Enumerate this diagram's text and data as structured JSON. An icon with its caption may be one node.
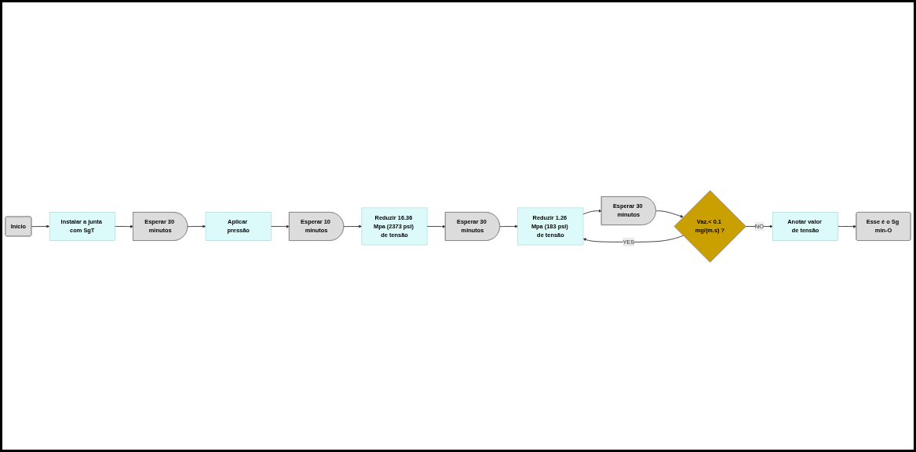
{
  "diagram": {
    "nodes": [
      {
        "text": [
          "Início"
        ]
      },
      {
        "text": [
          "Instalar a junta com SgT"
        ]
      },
      {
        "text": [
          "Esperar 30 minutos"
        ]
      },
      {
        "text": [
          "Aplicar pressão"
        ]
      },
      {
        "text": [
          "Esperar 10 minutos"
        ]
      },
      {
        "text": [
          "Reduzir 16.36 Mpa (2373 psi) de tensão"
        ]
      },
      {
        "text": [
          "Esperar 30 minutos"
        ]
      },
      {
        "text": [
          "Reduzir 1.26 Mpa (183 psi) de tensão"
        ]
      },
      {
        "text": [
          "Esperar 30 minutos"
        ]
      },
      {
        "text": [
          "Vaz.< 0.1 mg/(m.s) ?"
        ]
      },
      {
        "text": [
          "Anotar valor de tensão"
        ]
      },
      {
        "text": [
          "Esse é o Sg min-O"
        ]
      }
    ],
    "edges": [
      {
        "from": 0,
        "to": 1,
        "arrow": "to"
      },
      {
        "from": 1,
        "to": 2,
        "arrow": "to"
      },
      {
        "from": 2,
        "to": 3,
        "arrow": "to"
      },
      {
        "from": 3,
        "to": 4,
        "arrow": "to"
      },
      {
        "from": 4,
        "to": 5,
        "arrow": "to"
      },
      {
        "from": 5,
        "to": 6,
        "arrow": "to"
      },
      {
        "from": 6,
        "to": 7,
        "arrow": "to"
      },
      {
        "from": 7,
        "to": 8,
        "arrow": "to"
      },
      {
        "from": 8,
        "to": 9,
        "arrow": "to"
      },
      {
        "from": 9,
        "to": 7,
        "label": "YES",
        "arrow": "to"
      },
      {
        "from": 9,
        "to": 10,
        "label": "NO",
        "arrow": "to"
      },
      {
        "from": 10,
        "to": 11,
        "arrow": "to"
      }
    ]
  }
}
